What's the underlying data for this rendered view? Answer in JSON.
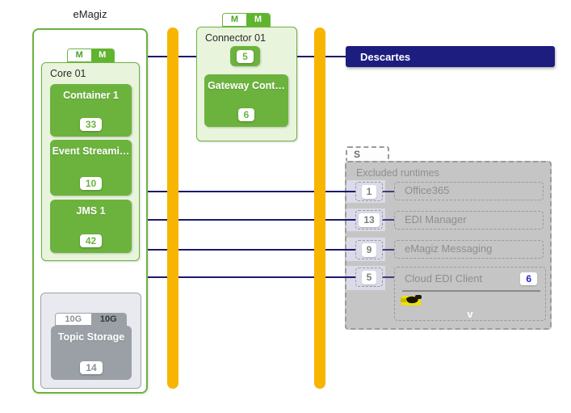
{
  "colors": {
    "accent_green": "#6cb33e",
    "light_green_bg": "#e9f4dd",
    "bus_orange": "#f7b500",
    "line_navy": "#1b1b6e",
    "system_navy": "#1d1d80",
    "panel_gray": "#c5c5c5",
    "highlight_lavender": "#dadae9"
  },
  "emagiz_group": {
    "label": "eMagiz",
    "machine_tab": {
      "left": "M",
      "right": "M"
    },
    "core": {
      "title": "Core 01",
      "containers": [
        {
          "name": "Container 1",
          "count": "33"
        },
        {
          "name": "Event Streami…",
          "count": "10"
        },
        {
          "name": "JMS 1",
          "count": "42"
        }
      ]
    },
    "topic_group": {
      "tab_left": "10G",
      "tab_right": "10G",
      "name": "Topic Storage",
      "count": "14"
    }
  },
  "connector_group": {
    "machine_tab": {
      "left": "M",
      "right": "M"
    },
    "title": "Connector 01",
    "runtime_count": "5",
    "gateway": {
      "name": "Gateway Cont…",
      "count": "6"
    }
  },
  "descartes": {
    "label": "Descartes"
  },
  "excluded_panel": {
    "tab": "S",
    "title": "Excluded runtimes",
    "rows": [
      {
        "count": "1",
        "label": "Office365"
      },
      {
        "count": "13",
        "label": "EDI Manager"
      },
      {
        "count": "9",
        "label": "eMagiz Messaging"
      },
      {
        "count": "5",
        "label": "Cloud EDI Client",
        "badge": "6",
        "chevron": "v"
      }
    ]
  }
}
